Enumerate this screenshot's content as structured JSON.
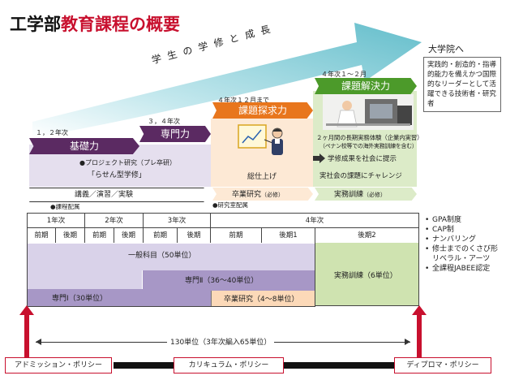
{
  "title": {
    "part1": "工学部",
    "part2": "教育課程の概要"
  },
  "growth_arrow_text": "学 生 の 学 修 と 成 長",
  "graduate_school": {
    "label": "大学院へ",
    "description": "実践的・創造的・指導的能力を備えかつ国際的なリーダーとして活躍できる技術者・研究者"
  },
  "stages": [
    {
      "period": "１，２年次",
      "name": "基礎力"
    },
    {
      "period": "３，４年次",
      "name": "専門力"
    },
    {
      "period": "４年次１２月まで",
      "name": "課題探求力"
    },
    {
      "period": "４年次１～２月",
      "name": "課題解決力"
    }
  ],
  "project_note": "●プロジェクト研究（プレ卒研）",
  "rasen_label": "「らせん型学修」",
  "summary_label": "総仕上げ",
  "long_internship": "２ヶ月間の長期実務体験（企業内実習）",
  "long_internship_sub": "（ペナン校等での海外実務訓練を含む）",
  "outcome_label": "学修成果を社会に提示",
  "challenge_label": "実社会の課題にチャレンジ",
  "band": {
    "lecture": "講義／演習／実験",
    "thesis": "卒業研究",
    "thesis_req": "（必修）",
    "training": "実務訓練",
    "training_req": "（必修）"
  },
  "course_assign_note": "●課程配属",
  "lab_assign_note": "●研究室配属",
  "years": [
    "1年次",
    "2年次",
    "3年次",
    "4年次"
  ],
  "terms": [
    "前期",
    "後期",
    "前期",
    "後期",
    "前期",
    "後期",
    "前期",
    "後期1",
    "後期2"
  ],
  "blocks": {
    "general": "一般科目（50単位）",
    "senmon1": "専門Ⅰ（30単位）",
    "senmon2": "専門Ⅱ（36～40単位）",
    "thesis": "卒業研究（4～8単位）",
    "training": "実務訓練（6単位）"
  },
  "right_list": [
    "GPA制度",
    "CAP制",
    "ナンバリング",
    "修士までのくさび形リベラル・アーツ",
    "全課程JABEE認定"
  ],
  "credits": "130単位（3年次編入65単位）",
  "policies": [
    "アドミッション・ポリシー",
    "カリキュラム・ポリシー",
    "ディプロマ・ポリシー"
  ],
  "colors": {
    "title_red": "#c8102e",
    "stage_purple": "#5b2a62",
    "stage_orange": "#e8761d",
    "stage_green": "#4c9a2a",
    "arrow_teal": "#6fc3cf",
    "block_lavender": "#d9d2e9",
    "block_purple": "#a797c6",
    "block_peach": "#fcd9b8",
    "block_green": "#cfe3b0"
  }
}
